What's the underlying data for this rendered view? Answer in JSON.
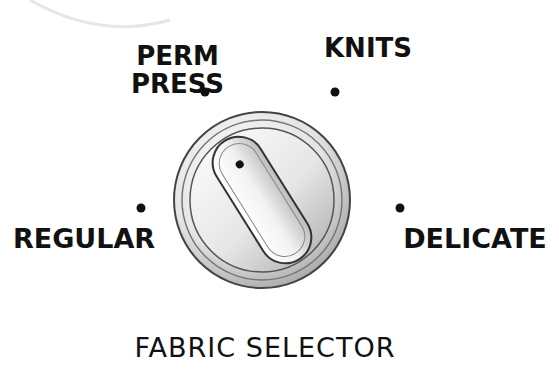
{
  "diagram": {
    "title": "FABRIC SELECTOR",
    "labels": [
      "PERM PRESS",
      "KNITS",
      "REGULAR",
      "DELICATE"
    ]
  }
}
